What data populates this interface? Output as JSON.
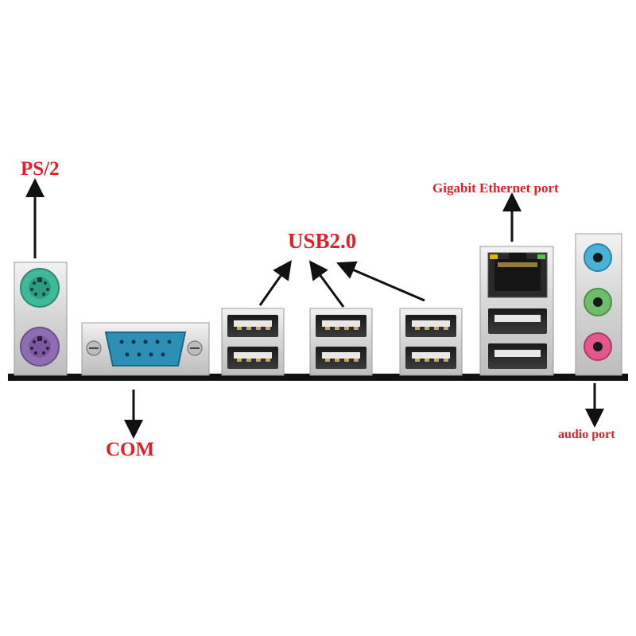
{
  "labels": {
    "ps2": "PS/2",
    "com": "COM",
    "usb": "USB2.0",
    "ethernet": "Gigabit Ethernet port",
    "audio": "audio port"
  },
  "colors": {
    "label_red": "#e31e24",
    "arrow": "#111111",
    "panel_silver": "#d8d8d8",
    "ps2_mouse_green": "#3fb99a",
    "ps2_keyboard_purple": "#8f6db3",
    "com_blue": "#2d8fb3",
    "audio_blue": "#4ab2d8",
    "audio_green": "#6ebd6a",
    "audio_pink": "#e2588a"
  },
  "icons": [
    "ps2-mouse-port-icon",
    "ps2-keyboard-port-icon",
    "com-serial-port-icon",
    "usb-port-icon",
    "rj45-ethernet-port-icon",
    "audio-jack-icon"
  ]
}
